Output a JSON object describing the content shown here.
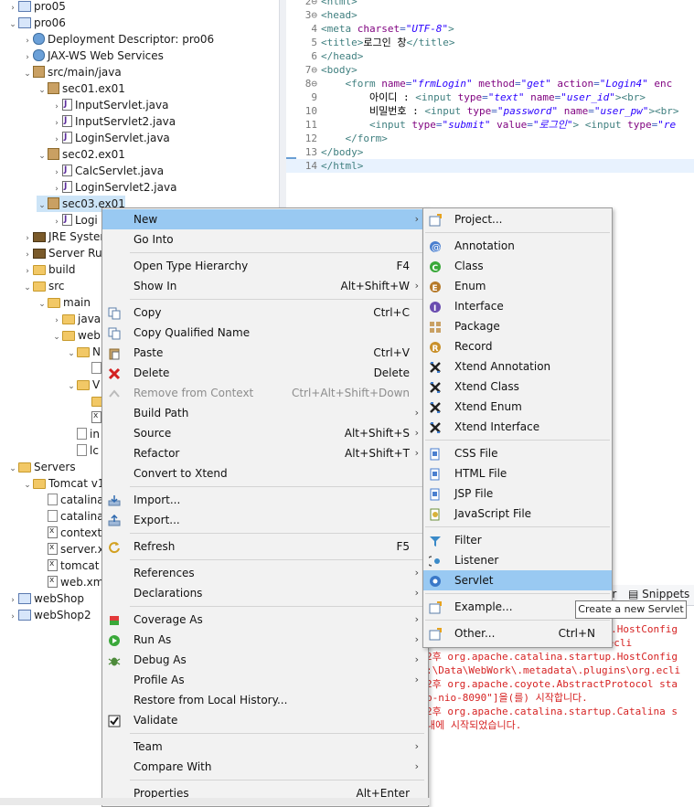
{
  "explorer": {
    "rows": [
      {
        "label": "pro05",
        "tw": "›",
        "icon": "project-icon"
      },
      {
        "label": "pro06",
        "tw": "⌄",
        "icon": "project-icon"
      },
      {
        "label": "Deployment Descriptor: pro06",
        "tw": "›",
        "icon": "deployment-descriptor-icon"
      },
      {
        "label": "JAX-WS Web Services",
        "tw": "›",
        "icon": "web-services-icon"
      },
      {
        "label": "src/main/java",
        "tw": "⌄",
        "icon": "source-folder-icon"
      },
      {
        "label": "sec01.ex01",
        "tw": "⌄",
        "icon": "package-icon"
      },
      {
        "label": "InputServlet.java",
        "tw": "›",
        "icon": "java-file-icon"
      },
      {
        "label": "InputServlet2.java",
        "tw": "›",
        "icon": "java-file-icon"
      },
      {
        "label": "LoginServlet.java",
        "tw": "›",
        "icon": "java-file-icon"
      },
      {
        "label": "sec02.ex01",
        "tw": "⌄",
        "icon": "package-icon"
      },
      {
        "label": "CalcServlet.java",
        "tw": "›",
        "icon": "java-file-icon"
      },
      {
        "label": "LoginServlet2.java",
        "tw": "›",
        "icon": "java-file-icon"
      },
      {
        "label": "sec03.ex01",
        "tw": "⌄",
        "icon": "package-icon"
      },
      {
        "label": "Logi",
        "tw": "›",
        "icon": "java-file-icon"
      },
      {
        "label": "JRE Syster",
        "tw": "›",
        "icon": "library-icon"
      },
      {
        "label": "Server Rur",
        "tw": "›",
        "icon": "library-icon"
      },
      {
        "label": "build",
        "tw": "›",
        "icon": "folder-icon"
      },
      {
        "label": "src",
        "tw": "⌄",
        "icon": "folder-icon"
      },
      {
        "label": "main",
        "tw": "⌄",
        "icon": "folder-icon"
      },
      {
        "label": "java",
        "tw": "›",
        "icon": "folder-icon"
      },
      {
        "label": "web",
        "tw": "⌄",
        "icon": "folder-icon"
      },
      {
        "label": "N",
        "tw": "⌄",
        "icon": "folder-icon"
      },
      {
        "label": "",
        "tw": "",
        "icon": "file-icon"
      },
      {
        "label": "V",
        "tw": "⌄",
        "icon": "folder-icon"
      },
      {
        "label": "",
        "tw": "",
        "icon": "folder-icon"
      },
      {
        "label": "",
        "tw": "",
        "icon": "xml-file-icon"
      },
      {
        "label": "in",
        "tw": "",
        "icon": "file-icon"
      },
      {
        "label": "lc",
        "tw": "",
        "icon": "file-icon"
      },
      {
        "label": "Servers",
        "tw": "⌄",
        "icon": "folder-icon"
      },
      {
        "label": "Tomcat v1",
        "tw": "⌄",
        "icon": "folder-icon"
      },
      {
        "label": "catalina",
        "tw": "",
        "icon": "file-icon"
      },
      {
        "label": "catalina",
        "tw": "",
        "icon": "file-icon"
      },
      {
        "label": "context",
        "tw": "",
        "icon": "xml-file-icon"
      },
      {
        "label": "server.x",
        "tw": "",
        "icon": "xml-file-icon"
      },
      {
        "label": "tomcat",
        "tw": "",
        "icon": "xml-file-icon"
      },
      {
        "label": "web.xm",
        "tw": "",
        "icon": "xml-file-icon"
      },
      {
        "label": "webShop",
        "tw": "›",
        "icon": "project-icon"
      },
      {
        "label": "webShop2",
        "tw": "›",
        "icon": "project-icon"
      }
    ]
  },
  "editor": {
    "lines": [
      {
        "num": "2⊖",
        "html": "<span class='tag'>&lt;html&gt;</span>"
      },
      {
        "num": "3⊖",
        "html": "<span class='tag'>&lt;head&gt;</span>"
      },
      {
        "num": "4",
        "html": "<span class='tag'>&lt;meta</span> <span class='attr'>charset</span>=<span class='val'>\"UTF-8\"</span><span class='tag'>&gt;</span>"
      },
      {
        "num": "5",
        "html": "<span class='tag'>&lt;title&gt;</span><span class='txt'>로그인 창</span><span class='tag'>&lt;/title&gt;</span>"
      },
      {
        "num": "6",
        "html": "<span class='tag'>&lt;/head&gt;</span>"
      },
      {
        "num": "7⊖",
        "html": "<span class='tag'>&lt;body&gt;</span>"
      },
      {
        "num": "8⊖",
        "html": "    <span class='tag'>&lt;form</span> <span class='attr'>name</span>=<span class='val'>\"frmLogin\"</span> <span class='attr'>method</span>=<span class='val'>\"get\"</span> <span class='attr'>action</span>=<span class='val'>\"Login4\"</span> <span class='attr'>enc</span>"
      },
      {
        "num": "9",
        "html": "        <span class='txt'>아이디 :</span> <span class='tag'>&lt;input</span> <span class='attr'>type</span>=<span class='val'>\"text\"</span> <span class='attr'>name</span>=<span class='val'>\"user_id\"</span><span class='tag'>&gt;&lt;br&gt;</span>"
      },
      {
        "num": "10",
        "html": "        <span class='txt'>비밀번호 :</span> <span class='tag'>&lt;input</span> <span class='attr'>type</span>=<span class='val'>\"password\"</span> <span class='attr'>name</span>=<span class='val'>\"user_pw\"</span><span class='tag'>&gt;&lt;br&gt;</span>"
      },
      {
        "num": "11",
        "html": "        <span class='tag'>&lt;input</span> <span class='attr'>type</span>=<span class='val'>\"submit\"</span> <span class='attr'>value</span>=<span class='val'>\"로그인\"</span><span class='tag'>&gt;</span> <span class='tag'>&lt;input</span> <span class='attr'>type</span>=<span class='val'>\"re</span>"
      },
      {
        "num": "12",
        "html": "    <span class='tag'>&lt;/form&gt;</span>"
      },
      {
        "num": "13",
        "html": "<span class='tag'>&lt;/body&gt;</span>"
      },
      {
        "num": "14",
        "html": "<span class='tag'>&lt;/html&gt;</span>"
      }
    ]
  },
  "console": {
    "tab_label": "er",
    "snippets_label": "Snippets",
    "lines": [
      "2후 org.apache.catalina.startup.HostConfig",
      "          ebWork\\.metadata\\.plugins\\org.ecli",
      "2후 org.apache.catalina.startup.HostConfig",
      ":\\Data\\WebWork\\.metadata\\.plugins\\org.ecli",
      "2후 org.apache.coyote.AbstractProtocol sta",
      "p-nio-8090\"]을(를) 시작합니다.",
      "2후 org.apache.catalina.startup.Catalina s",
      "내에 시작되었습니다."
    ]
  },
  "context_menu": {
    "items": [
      {
        "type": "item",
        "label": "New",
        "shortcut": "",
        "submenu": true,
        "icon": "",
        "highlight": true
      },
      {
        "type": "item",
        "label": "Go Into",
        "shortcut": "",
        "submenu": false,
        "icon": ""
      },
      {
        "type": "sep"
      },
      {
        "type": "item",
        "label": "Open Type Hierarchy",
        "shortcut": "F4",
        "submenu": false,
        "icon": ""
      },
      {
        "type": "item",
        "label": "Show In",
        "shortcut": "Alt+Shift+W",
        "submenu": true,
        "icon": ""
      },
      {
        "type": "sep"
      },
      {
        "type": "item",
        "label": "Copy",
        "shortcut": "Ctrl+C",
        "submenu": false,
        "icon": "copy-icon"
      },
      {
        "type": "item",
        "label": "Copy Qualified Name",
        "shortcut": "",
        "submenu": false,
        "icon": "copy-qualified-icon"
      },
      {
        "type": "item",
        "label": "Paste",
        "shortcut": "Ctrl+V",
        "submenu": false,
        "icon": "paste-icon"
      },
      {
        "type": "item",
        "label": "Delete",
        "shortcut": "Delete",
        "submenu": false,
        "icon": "delete-icon"
      },
      {
        "type": "item",
        "label": "Remove from Context",
        "shortcut": "Ctrl+Alt+Shift+Down",
        "submenu": false,
        "icon": "remove-context-icon",
        "disabled": true
      },
      {
        "type": "item",
        "label": "Build Path",
        "shortcut": "",
        "submenu": true,
        "icon": ""
      },
      {
        "type": "item",
        "label": "Source",
        "shortcut": "Alt+Shift+S",
        "submenu": true,
        "icon": ""
      },
      {
        "type": "item",
        "label": "Refactor",
        "shortcut": "Alt+Shift+T",
        "submenu": true,
        "icon": ""
      },
      {
        "type": "item",
        "label": "Convert to Xtend",
        "shortcut": "",
        "submenu": false,
        "icon": ""
      },
      {
        "type": "sep"
      },
      {
        "type": "item",
        "label": "Import...",
        "shortcut": "",
        "submenu": false,
        "icon": "import-icon"
      },
      {
        "type": "item",
        "label": "Export...",
        "shortcut": "",
        "submenu": false,
        "icon": "export-icon"
      },
      {
        "type": "sep"
      },
      {
        "type": "item",
        "label": "Refresh",
        "shortcut": "F5",
        "submenu": false,
        "icon": "refresh-icon"
      },
      {
        "type": "sep"
      },
      {
        "type": "item",
        "label": "References",
        "shortcut": "",
        "submenu": true,
        "icon": ""
      },
      {
        "type": "item",
        "label": "Declarations",
        "shortcut": "",
        "submenu": true,
        "icon": ""
      },
      {
        "type": "sep"
      },
      {
        "type": "item",
        "label": "Coverage As",
        "shortcut": "",
        "submenu": true,
        "icon": "coverage-icon"
      },
      {
        "type": "item",
        "label": "Run As",
        "shortcut": "",
        "submenu": true,
        "icon": "run-icon"
      },
      {
        "type": "item",
        "label": "Debug As",
        "shortcut": "",
        "submenu": true,
        "icon": "debug-icon"
      },
      {
        "type": "item",
        "label": "Profile As",
        "shortcut": "",
        "submenu": true,
        "icon": ""
      },
      {
        "type": "item",
        "label": "Restore from Local History...",
        "shortcut": "",
        "submenu": false,
        "icon": ""
      },
      {
        "type": "item",
        "label": "Validate",
        "shortcut": "",
        "submenu": false,
        "icon": "validate-check-icon"
      },
      {
        "type": "sep"
      },
      {
        "type": "item",
        "label": "Team",
        "shortcut": "",
        "submenu": true,
        "icon": ""
      },
      {
        "type": "item",
        "label": "Compare With",
        "shortcut": "",
        "submenu": true,
        "icon": ""
      },
      {
        "type": "sep"
      },
      {
        "type": "item",
        "label": "Properties",
        "shortcut": "Alt+Enter",
        "submenu": false,
        "icon": ""
      }
    ]
  },
  "submenu": {
    "items": [
      {
        "type": "item",
        "label": "Project...",
        "shortcut": "",
        "icon": "new-project-icon"
      },
      {
        "type": "sep"
      },
      {
        "type": "item",
        "label": "Annotation",
        "shortcut": "",
        "icon": "annotation-icon"
      },
      {
        "type": "item",
        "label": "Class",
        "shortcut": "",
        "icon": "class-icon"
      },
      {
        "type": "item",
        "label": "Enum",
        "shortcut": "",
        "icon": "enum-icon"
      },
      {
        "type": "item",
        "label": "Interface",
        "shortcut": "",
        "icon": "interface-icon"
      },
      {
        "type": "item",
        "label": "Package",
        "shortcut": "",
        "icon": "package-icon"
      },
      {
        "type": "item",
        "label": "Record",
        "shortcut": "",
        "icon": "record-icon"
      },
      {
        "type": "item",
        "label": "Xtend Annotation",
        "shortcut": "",
        "icon": "xtend-annotation-icon"
      },
      {
        "type": "item",
        "label": "Xtend Class",
        "shortcut": "",
        "icon": "xtend-class-icon"
      },
      {
        "type": "item",
        "label": "Xtend Enum",
        "shortcut": "",
        "icon": "xtend-enum-icon"
      },
      {
        "type": "item",
        "label": "Xtend Interface",
        "shortcut": "",
        "icon": "xtend-interface-icon"
      },
      {
        "type": "sep"
      },
      {
        "type": "item",
        "label": "CSS File",
        "shortcut": "",
        "icon": "css-file-icon"
      },
      {
        "type": "item",
        "label": "HTML File",
        "shortcut": "",
        "icon": "html-file-icon"
      },
      {
        "type": "item",
        "label": "JSP File",
        "shortcut": "",
        "icon": "jsp-file-icon"
      },
      {
        "type": "item",
        "label": "JavaScript File",
        "shortcut": "",
        "icon": "javascript-file-icon"
      },
      {
        "type": "sep"
      },
      {
        "type": "item",
        "label": "Filter",
        "shortcut": "",
        "icon": "filter-icon"
      },
      {
        "type": "item",
        "label": "Listener",
        "shortcut": "",
        "icon": "listener-icon"
      },
      {
        "type": "item",
        "label": "Servlet",
        "shortcut": "",
        "icon": "servlet-icon",
        "highlight": true
      },
      {
        "type": "sep"
      },
      {
        "type": "item",
        "label": "Example...",
        "shortcut": "",
        "icon": "example-icon"
      },
      {
        "type": "sep"
      },
      {
        "type": "item",
        "label": "Other...",
        "shortcut": "Ctrl+N",
        "icon": "other-icon"
      }
    ]
  },
  "tooltip": "Create a new Servlet",
  "colors": {
    "highlight": "#99c9f2",
    "selection": "#cce4f7",
    "console_error": "#d62323"
  }
}
